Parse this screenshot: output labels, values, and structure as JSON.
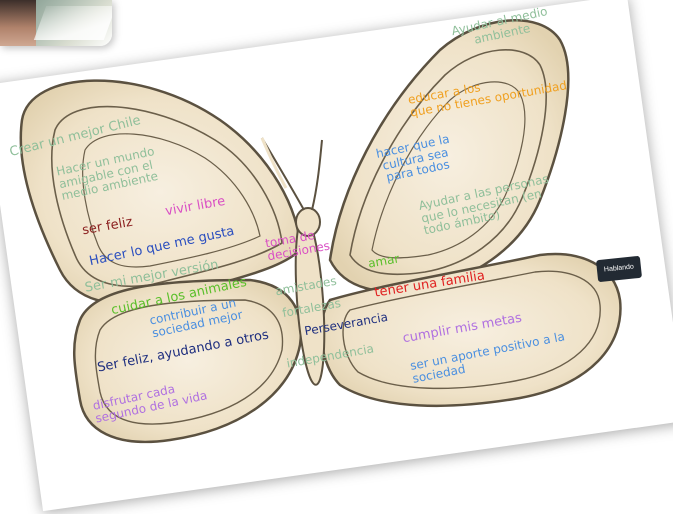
{
  "presenter_badge": "Hablando",
  "colors": {
    "wing_fill": "#f4ead7",
    "wing_outline": "#5b5140",
    "slide_bg": "#ffffff",
    "badge_bg": "#222a33"
  },
  "words": [
    {
      "id": "crear-chile",
      "text": "Crear un mejor Chile",
      "color": "#8fbf9a"
    },
    {
      "id": "hacer-mundo",
      "text": "Hacer un mundo\namigable con el\nmedio ambiente",
      "color": "#8fbf9a"
    },
    {
      "id": "vivir-libre",
      "text": "vivir libre",
      "color": "#d94fc4"
    },
    {
      "id": "ser-feliz",
      "text": "ser feliz",
      "color": "#8b2020"
    },
    {
      "id": "hacer-gusta",
      "text": "Hacer lo que me gusta",
      "color": "#2b4fbf"
    },
    {
      "id": "toma-decisiones",
      "text": "toma de\ndecisiones",
      "color": "#d94fc4"
    },
    {
      "id": "mejor-version",
      "text": "Ser mi mejor versión",
      "color": "#8fbf9a"
    },
    {
      "id": "cuidar-animales",
      "text": "cuidar a los animales",
      "color": "#5abf2a"
    },
    {
      "id": "amistades",
      "text": "amistades",
      "color": "#8fbf9a"
    },
    {
      "id": "contribuir",
      "text": "contribuir a un\nsociedad mejor",
      "color": "#4a8fe0"
    },
    {
      "id": "fortalezas",
      "text": "fortalezas",
      "color": "#8fbf9a"
    },
    {
      "id": "ser-feliz-ayudando",
      "text": "Ser feliz, ayudando a otros",
      "color": "#1f2f7f"
    },
    {
      "id": "disfrutar",
      "text": "disfrutar cada\nsegundo de la vida",
      "color": "#b070e0"
    },
    {
      "id": "ayudar-medio",
      "text": "Ayudar al medio\nambiente",
      "color": "#8fbf9a"
    },
    {
      "id": "educar",
      "text": "educar a los\nque no tienes oportunidad",
      "color": "#f0a020"
    },
    {
      "id": "cultura",
      "text": "hacer que la\ncultura sea\npara todos",
      "color": "#4a8fe0"
    },
    {
      "id": "ayudar-personas",
      "text": "Ayudar a las personas\nque lo necesitan (en\ntodo ámbito)",
      "color": "#8fbf9a"
    },
    {
      "id": "amar",
      "text": "amar",
      "color": "#5abf2a"
    },
    {
      "id": "familia",
      "text": "tener una familia",
      "color": "#e02020"
    },
    {
      "id": "perseverancia",
      "text": "Perseverancia",
      "color": "#1f2f7f"
    },
    {
      "id": "independencia",
      "text": "independencia",
      "color": "#8fbf9a"
    },
    {
      "id": "metas",
      "text": "cumplir mis metas",
      "color": "#b070e0"
    },
    {
      "id": "aporte",
      "text": "ser un aporte positivo a la\nsociedad",
      "color": "#4a8fe0"
    }
  ]
}
